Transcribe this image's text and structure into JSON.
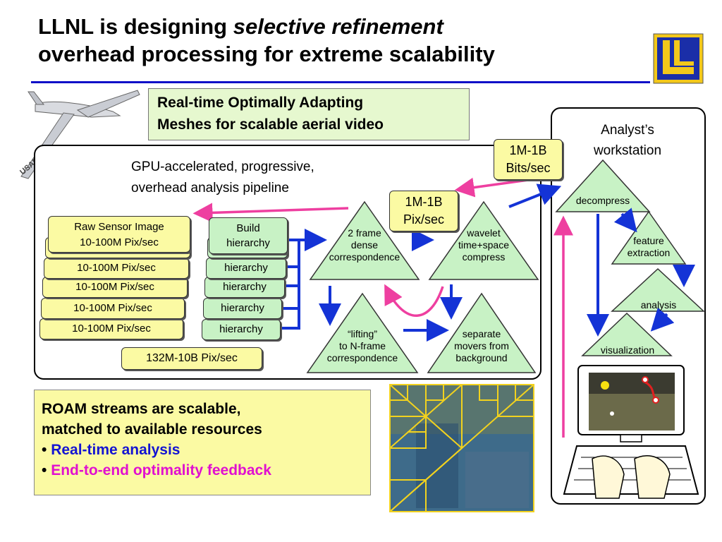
{
  "title": {
    "line1_prefix": "LLNL is designing ",
    "line1_italic": "selective refinement",
    "line2": "overhead processing for extreme scalability"
  },
  "logo": {
    "name": "llnl-logo",
    "colors": [
      "#1a2ea8",
      "#f3c81a"
    ]
  },
  "roam_box": {
    "line1": "Real-time Optimally Adapting",
    "line2": "Meshes for scalable aerial video"
  },
  "aircraft": {
    "label": "USAF"
  },
  "pipeline": {
    "heading_line1": "GPU-accelerated, progressive,",
    "heading_line2": "overhead analysis pipeline",
    "sensor_first_line1": "Raw Sensor Image",
    "sensor_first_line2": "10-100M Pix/sec",
    "sensors": [
      "10-100M Pix/sec",
      "10-100M Pix/sec",
      "10-100M Pix/sec",
      "10-100M Pix/sec"
    ],
    "build_first_line1": "Build",
    "build_first_line2": "hierarchy",
    "builds": [
      "hierarchy",
      "hierarchy",
      "hierarchy",
      "hierarchy"
    ],
    "aggregate": "132M-10B Pix/sec",
    "tri_correspondence": [
      "2 frame",
      "dense",
      "correspondence"
    ],
    "tri_wavelet": [
      "wavelet",
      "time+space",
      "compress"
    ],
    "tri_lifting": [
      "“lifting”",
      "to N-frame",
      "correspondence"
    ],
    "tri_separate": [
      "separate",
      "movers from",
      "background"
    ],
    "rate_pix_line1": "1M-1B",
    "rate_pix_line2": "Pix/sec",
    "rate_bits_line1": "1M-1B",
    "rate_bits_line2": "Bits/sec"
  },
  "workstation": {
    "heading_line1": "Analyst’s",
    "heading_line2": "workstation",
    "decompress": "decompress",
    "feature_line1": "feature",
    "feature_line2": "extraction",
    "analysis": "analysis",
    "visualization": "visualization"
  },
  "summary": {
    "line1": "ROAM streams are scalable,",
    "line2": "matched to available resources",
    "bullet_char": "•",
    "bullet1": "Real-time analysis",
    "bullet2": "End-to-end optimality feedback"
  },
  "colors": {
    "arrow_blue": "#1433d6",
    "arrow_magenta": "#ee3fa0",
    "triangle_green": "#c8f2c5",
    "box_yellow": "#fbfaa3"
  }
}
